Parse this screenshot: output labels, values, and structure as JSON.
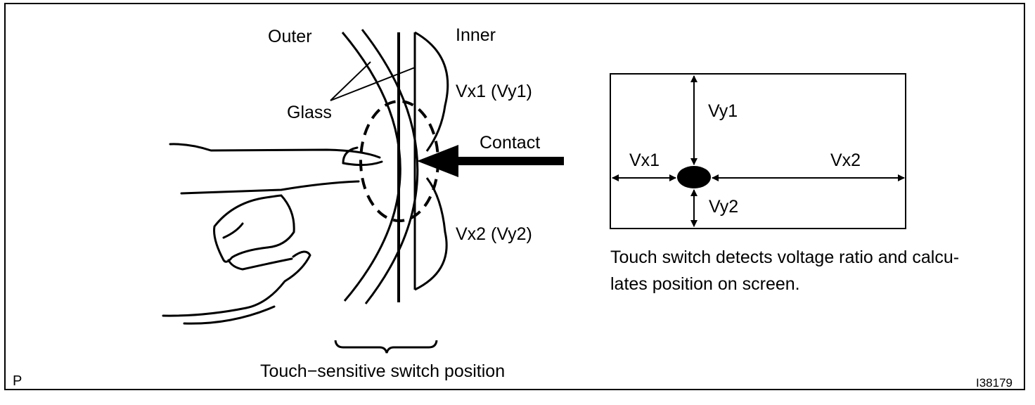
{
  "labels": {
    "outer": "Outer",
    "inner": "Inner",
    "glass": "Glass",
    "contact": "Contact",
    "vx1_vy1": "Vx1 (Vy1)",
    "vx2_vy2": "Vx2 (Vy2)",
    "switch_position": "Touch−sensitive switch position",
    "corner_mark": "P",
    "figure_id": "I38179"
  },
  "screen": {
    "vy1": "Vy1",
    "vy2": "Vy2",
    "vx1": "Vx1",
    "vx2": "Vx2"
  },
  "description": {
    "line1": "Touch switch detects voltage ratio and calcu-",
    "line2": "lates position on screen."
  }
}
